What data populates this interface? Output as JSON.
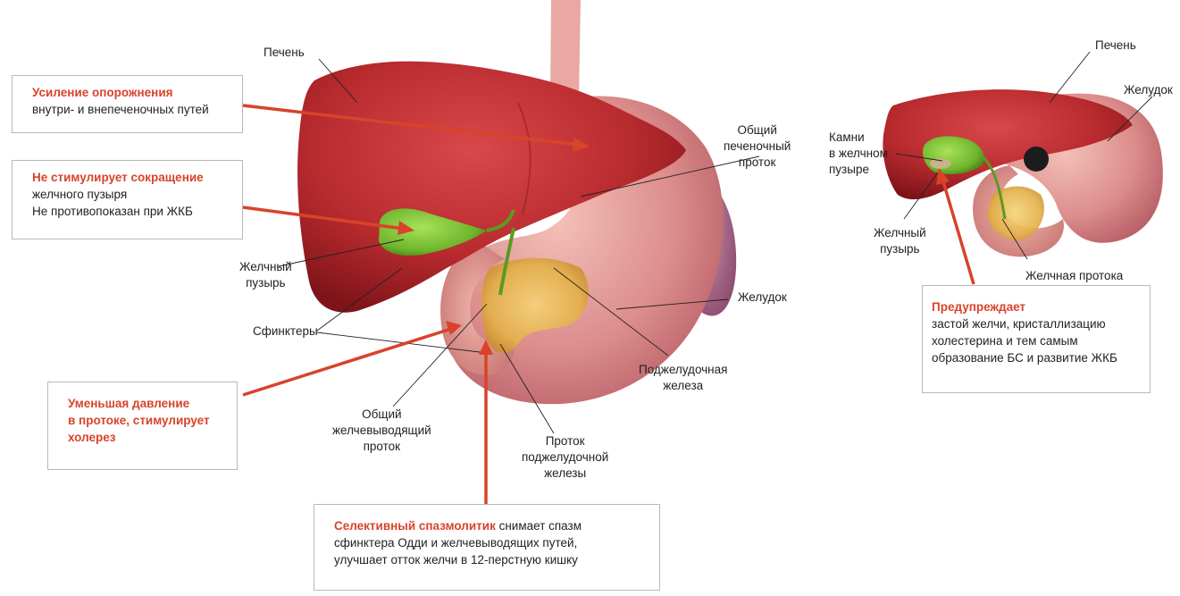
{
  "colors": {
    "accent": "#d8432a",
    "liver": "#b72a2e",
    "stomach": "#dc8e8c",
    "gallbladder": "#6fb52c",
    "pancreas": "#e3b148",
    "box_border": "#b8b8b8"
  },
  "main": {
    "labels": {
      "liver": "Печень",
      "common_hepatic_duct": [
        "Общий",
        "печеночный",
        "проток"
      ],
      "gallbladder": [
        "Желчный",
        "пузырь"
      ],
      "sphincters": "Сфинктеры",
      "stomach": "Желудок",
      "pancreas": [
        "Поджелудочная",
        "железа"
      ],
      "common_bile_duct": [
        "Общий",
        "желчевыводящий",
        "проток"
      ],
      "pancreatic_duct": [
        "Проток",
        "поджелудочной",
        "железы"
      ]
    },
    "callouts": {
      "emptying": {
        "title": "Усиление опорожнения",
        "text": "внутри- и внепеченочных путей"
      },
      "no_stimulation": {
        "title": "Не стимулирует сокращение",
        "lines": [
          "желчного пузыря",
          "Не противопоказан при ЖКБ"
        ]
      },
      "pressure": {
        "title_lines": [
          "Уменьшая давление",
          "в протоке, стимулирует",
          "холерез"
        ]
      },
      "spasmolytic": {
        "title": "Селективный спазмолитик",
        "text_first": " снимает спазм",
        "lines": [
          "сфинктера Одди и желчевыводящих путей,",
          "улучшает отток желчи в 12-перстную кишку"
        ]
      }
    }
  },
  "inset": {
    "labels": {
      "liver": "Печень",
      "stomach": "Желудок",
      "stones": [
        "Камни",
        "в желчном",
        "пузыре"
      ],
      "gallbladder": [
        "Желчный",
        "пузырь"
      ],
      "bile_duct": "Желчная протока"
    },
    "callout": {
      "title": "Предупреждает",
      "lines": [
        "застой желчи, кристаллизацию",
        "холестерина и тем самым",
        "образование БС и развитие ЖКБ"
      ]
    }
  }
}
